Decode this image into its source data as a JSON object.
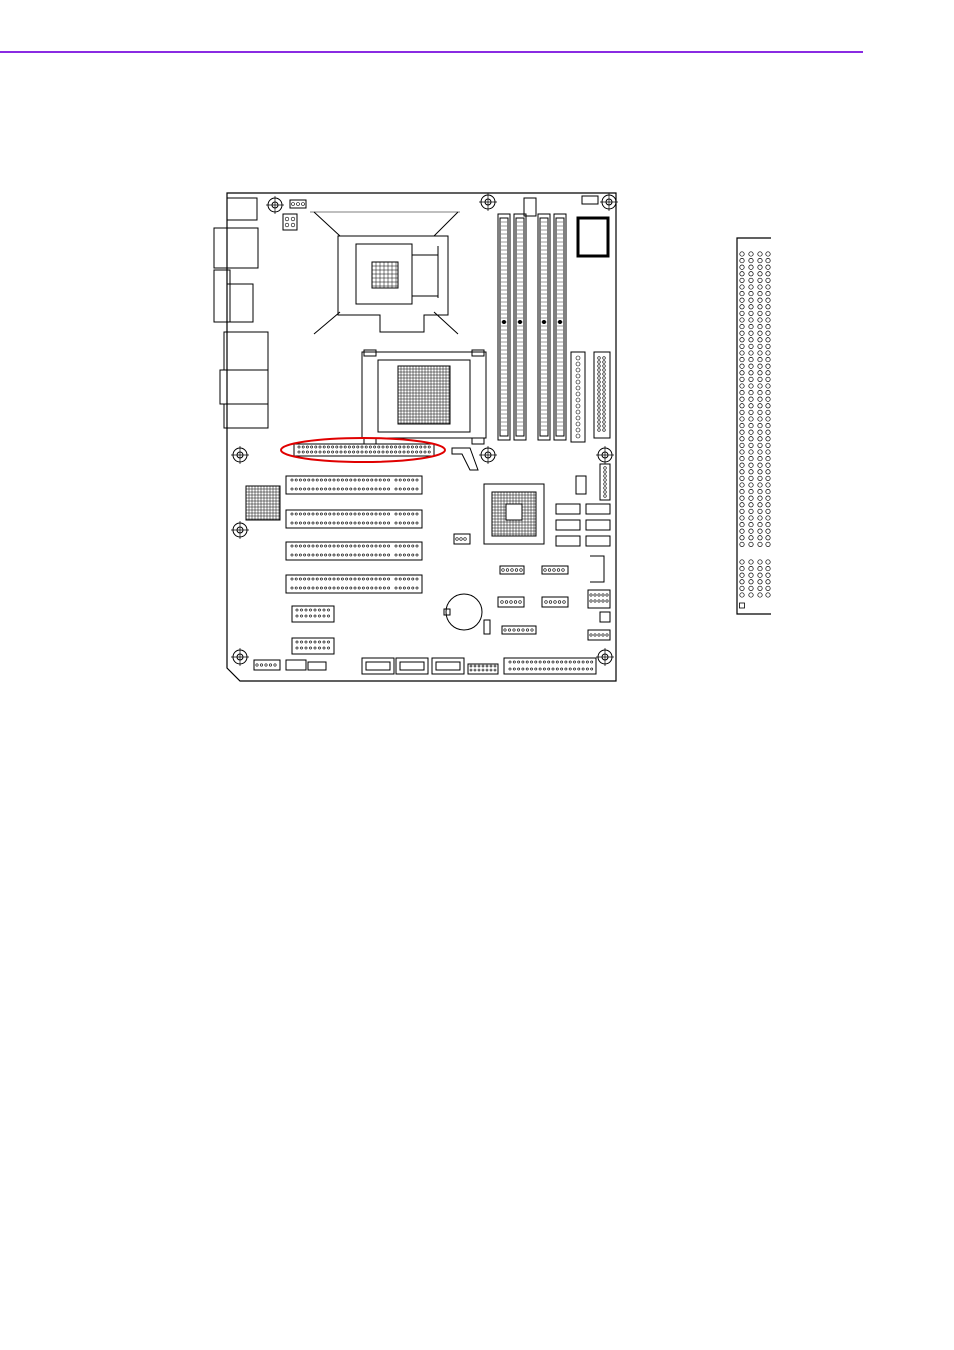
{
  "page": {
    "header_rule_color": "#8a2be2",
    "highlight_color": "#e00000",
    "line_color": "#000000"
  },
  "figure": {
    "subject": "motherboard-layout",
    "highlight_target": "agp-slot",
    "detail": "agp-connector-pin-view"
  }
}
